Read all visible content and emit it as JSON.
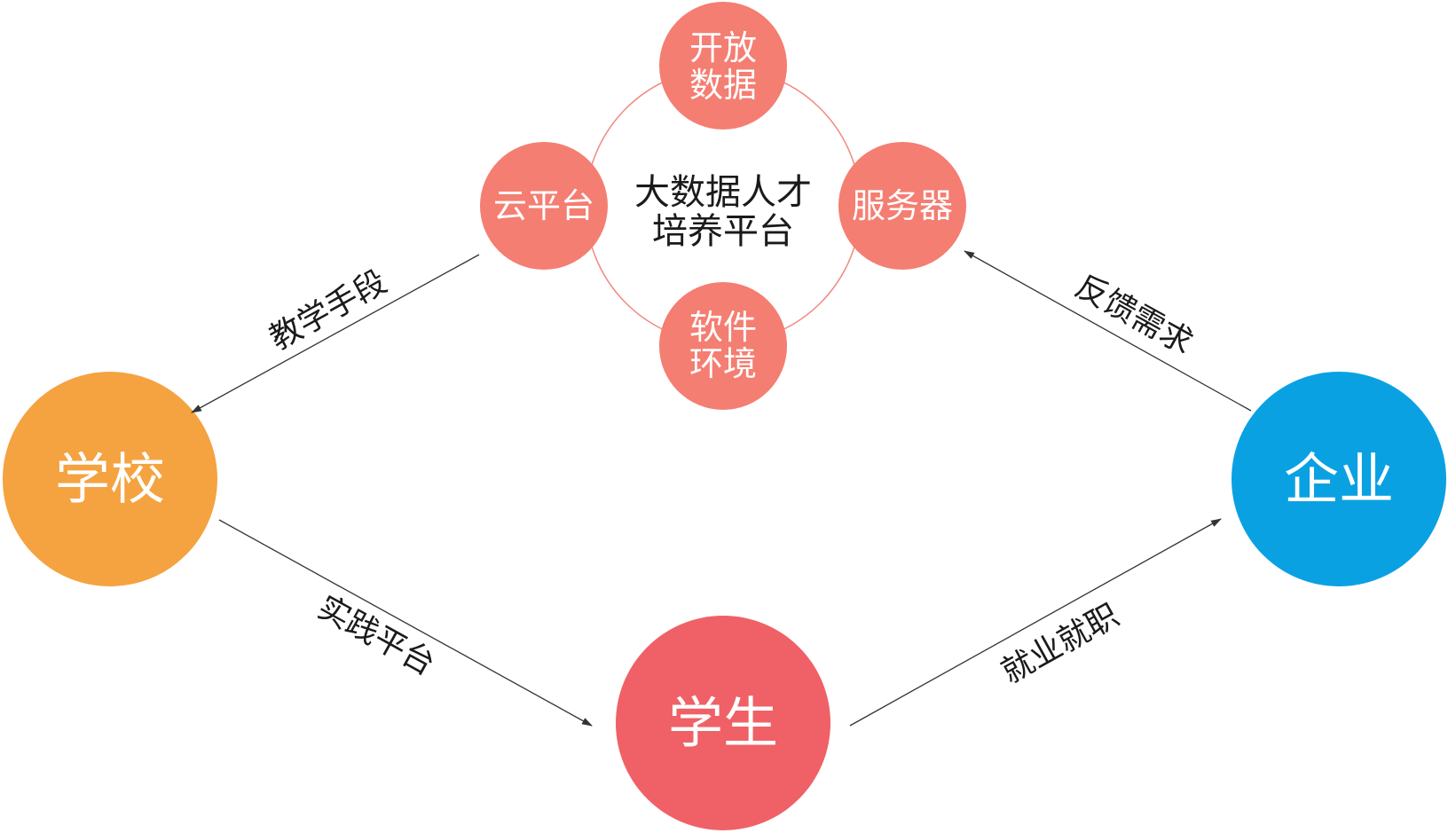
{
  "colors": {
    "small_circle": "#f47e72",
    "ring": "#f08a80",
    "school": "#f5a240",
    "student": "#ef6166",
    "enterprise": "#0aa1e3",
    "arrow": "#333333"
  },
  "platform": {
    "title_line1": "大数据人才",
    "title_line2": "培养平台",
    "open_data_line1": "开放",
    "open_data_line2": "数据",
    "cloud": "云平台",
    "server": "服务器",
    "software_line1": "软件",
    "software_line2": "环境"
  },
  "nodes": {
    "school": "学校",
    "student": "学生",
    "enterprise": "企业"
  },
  "edges": {
    "teaching": "教学手段",
    "practice": "实践平台",
    "employment": "就业就职",
    "feedback": "反馈需求"
  }
}
